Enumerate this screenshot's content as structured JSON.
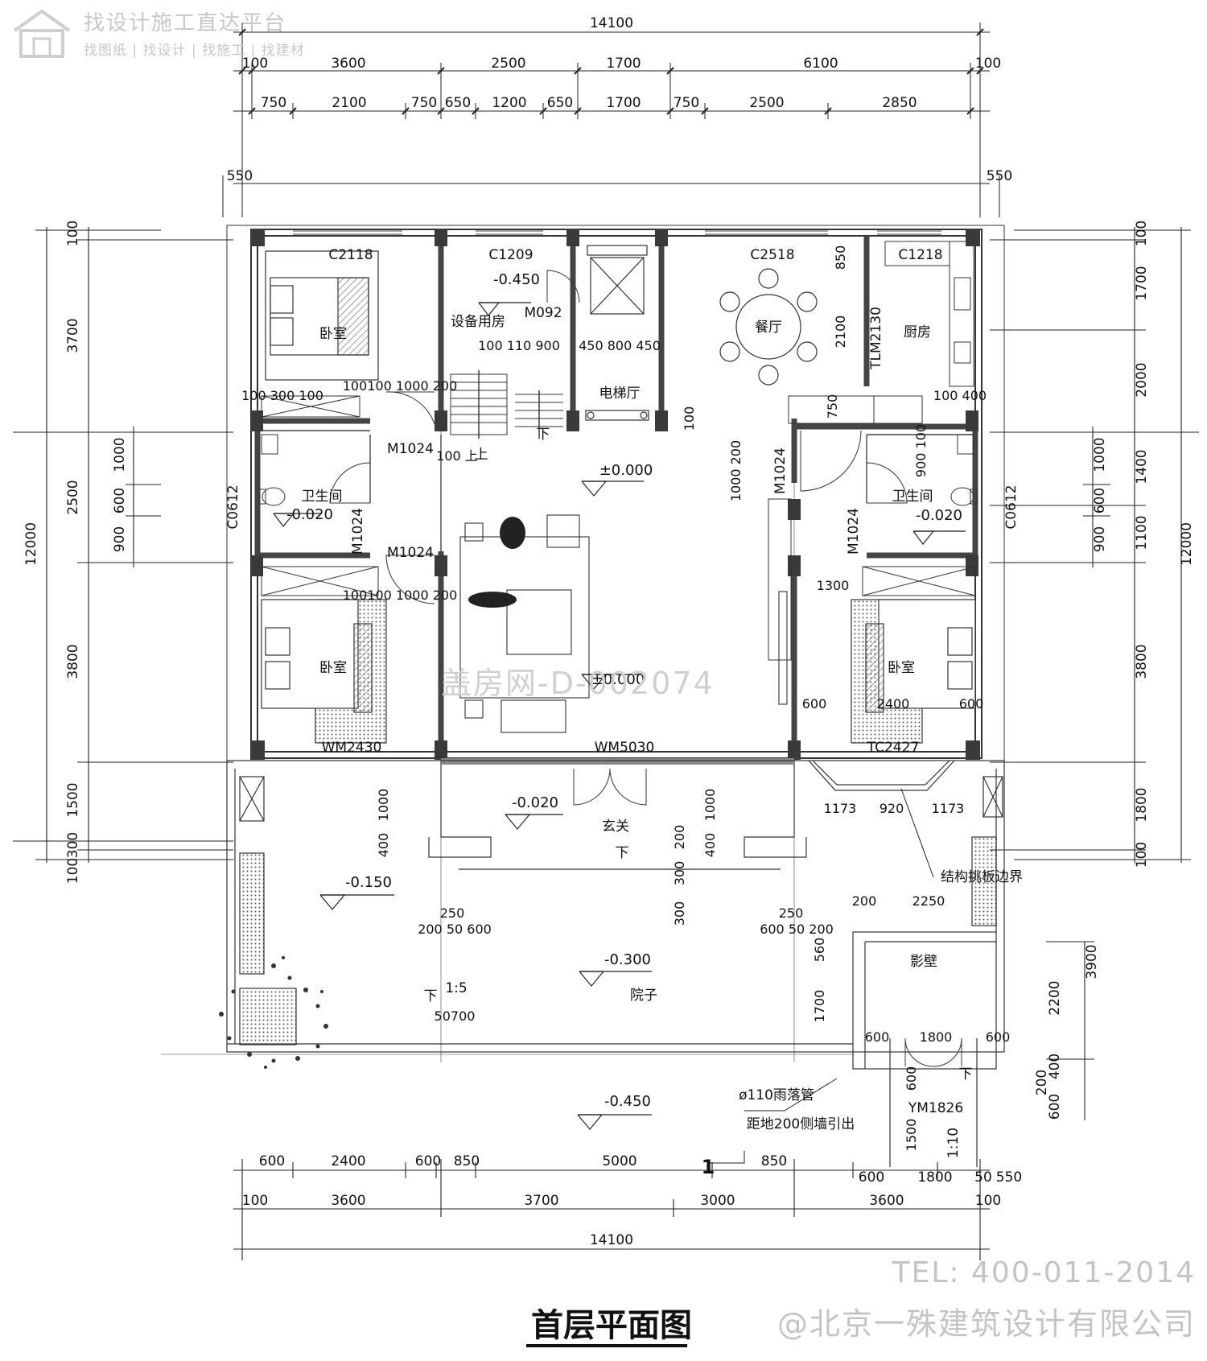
{
  "watermark": {
    "brand": "找设计施工直达平台",
    "sub": "找图纸 | 找设计 | 找施工 | 找建材",
    "code": "盖房网-D-002074"
  },
  "footer": {
    "tel": "TEL: 400-011-2014",
    "company": "@北京一殊建筑设计有限公司",
    "drawing_title": "首层平面图"
  },
  "dims": {
    "top_total": "14100",
    "top_row1": [
      "100",
      "3600",
      "2500",
      "1700",
      "6100",
      "100"
    ],
    "top_row2": [
      "750",
      "2100",
      "750",
      "650",
      "1200",
      "650",
      "1700",
      "750",
      "2500",
      "2850"
    ],
    "top_550_left": "550",
    "top_550_right": "550",
    "left_total": "12000",
    "left_row1": [
      "100",
      "3700",
      "2500",
      "3800",
      "1500",
      "300",
      "100"
    ],
    "left_row2": [
      "1000",
      "600",
      "900"
    ],
    "right_total": "12000",
    "right_row1": [
      "100",
      "1700",
      "2000",
      "1400",
      "1100",
      "3800",
      "1800",
      "100"
    ],
    "right_row2": [
      "1000",
      "600",
      "900"
    ],
    "right_bottom": [
      "3900",
      "2200",
      "400",
      "200",
      "600"
    ],
    "bottom_row1": [
      "600",
      "2400",
      "600",
      "850",
      "5000",
      "850",
      "600",
      "1800",
      "50",
      "550"
    ],
    "bottom_row2": [
      "100",
      "3600",
      "3700",
      "3000",
      "3600",
      "100"
    ],
    "bottom_total": "14100"
  },
  "rooms": {
    "bed_nw": "卧室",
    "equip": "设备用房",
    "elevator_hall": "电梯厅",
    "dining": "餐厅",
    "kitchen": "厨房",
    "bath_w": "卫生间",
    "bath_e": "卫生间",
    "bed_sw": "卧室",
    "bed_se": "卧室",
    "foyer": "玄关",
    "yard": "院子",
    "screen_wall": "影壁"
  },
  "openings": {
    "c2118": "C2118",
    "c1209": "C1209",
    "c2518": "C2518",
    "c1218": "C1218",
    "m092": "M092",
    "tlm2130": "TLM2130",
    "m1024_a": "M1024",
    "m1024_b": "M1024",
    "m1024_c": "M1024",
    "m1024_d": "M1024",
    "m1024_e": "M1024",
    "c0612_w": "C0612",
    "c0612_e": "C0612",
    "wm2430": "WM2430",
    "wm5030": "WM5030",
    "tc2427": "TC2427",
    "ym1826": "YM1826"
  },
  "levels": {
    "equip": "-0.450",
    "hall": "±0.000",
    "living": "±0.000",
    "bath_w": "-0.020",
    "bath_e": "-0.020",
    "foyer": "-0.020",
    "front_left": "-0.150",
    "yard": "-0.300",
    "outside": "-0.450"
  },
  "notes": {
    "stair_up": "上",
    "stair_down": "下",
    "foyer_down": "下",
    "ramp_down": "下",
    "gate_down": "下",
    "slope": "1:5",
    "gate_slope": "1:10",
    "canopy": "结构挑板边界",
    "drain_pipe": "ø110雨落管",
    "drain_pipe_note": "距地200侧墙引出",
    "section_mark": "1"
  },
  "inner_dims": {
    "d1": "100 300 100",
    "d2": "100100 1000 200",
    "d3": "100 110 900",
    "d4": "450  800  450",
    "d5": "100 400",
    "d6": "100100 1000 200",
    "d7": "100 上",
    "d8": "850",
    "d9": "2100",
    "d10": "1300",
    "d11": "600",
    "d12": "2400",
    "d13": "600",
    "d14": "1173",
    "d15": "920",
    "d16": "1173",
    "d17": "200",
    "d18": "2250",
    "d19": "1000",
    "d20": "400",
    "d21": "1000",
    "d22": "400",
    "d23": "200",
    "d24": "300",
    "d25": "300",
    "d26": "250",
    "d27": "200 50 600",
    "d28": "250",
    "d29": "600 50 200",
    "d30": "560",
    "d31": "1700",
    "d32": "600",
    "d33": "1800",
    "d34": "600",
    "d35": "600",
    "d36": "1500",
    "d37": "50700",
    "d38": "100",
    "d39": "1000 200",
    "d40": "900 100",
    "d41": "750"
  },
  "colors": {
    "line": "#222222",
    "wall": "#555555",
    "column": "#3a3a3a",
    "watermark": "#c8c8c8",
    "hatch": "#888888"
  }
}
